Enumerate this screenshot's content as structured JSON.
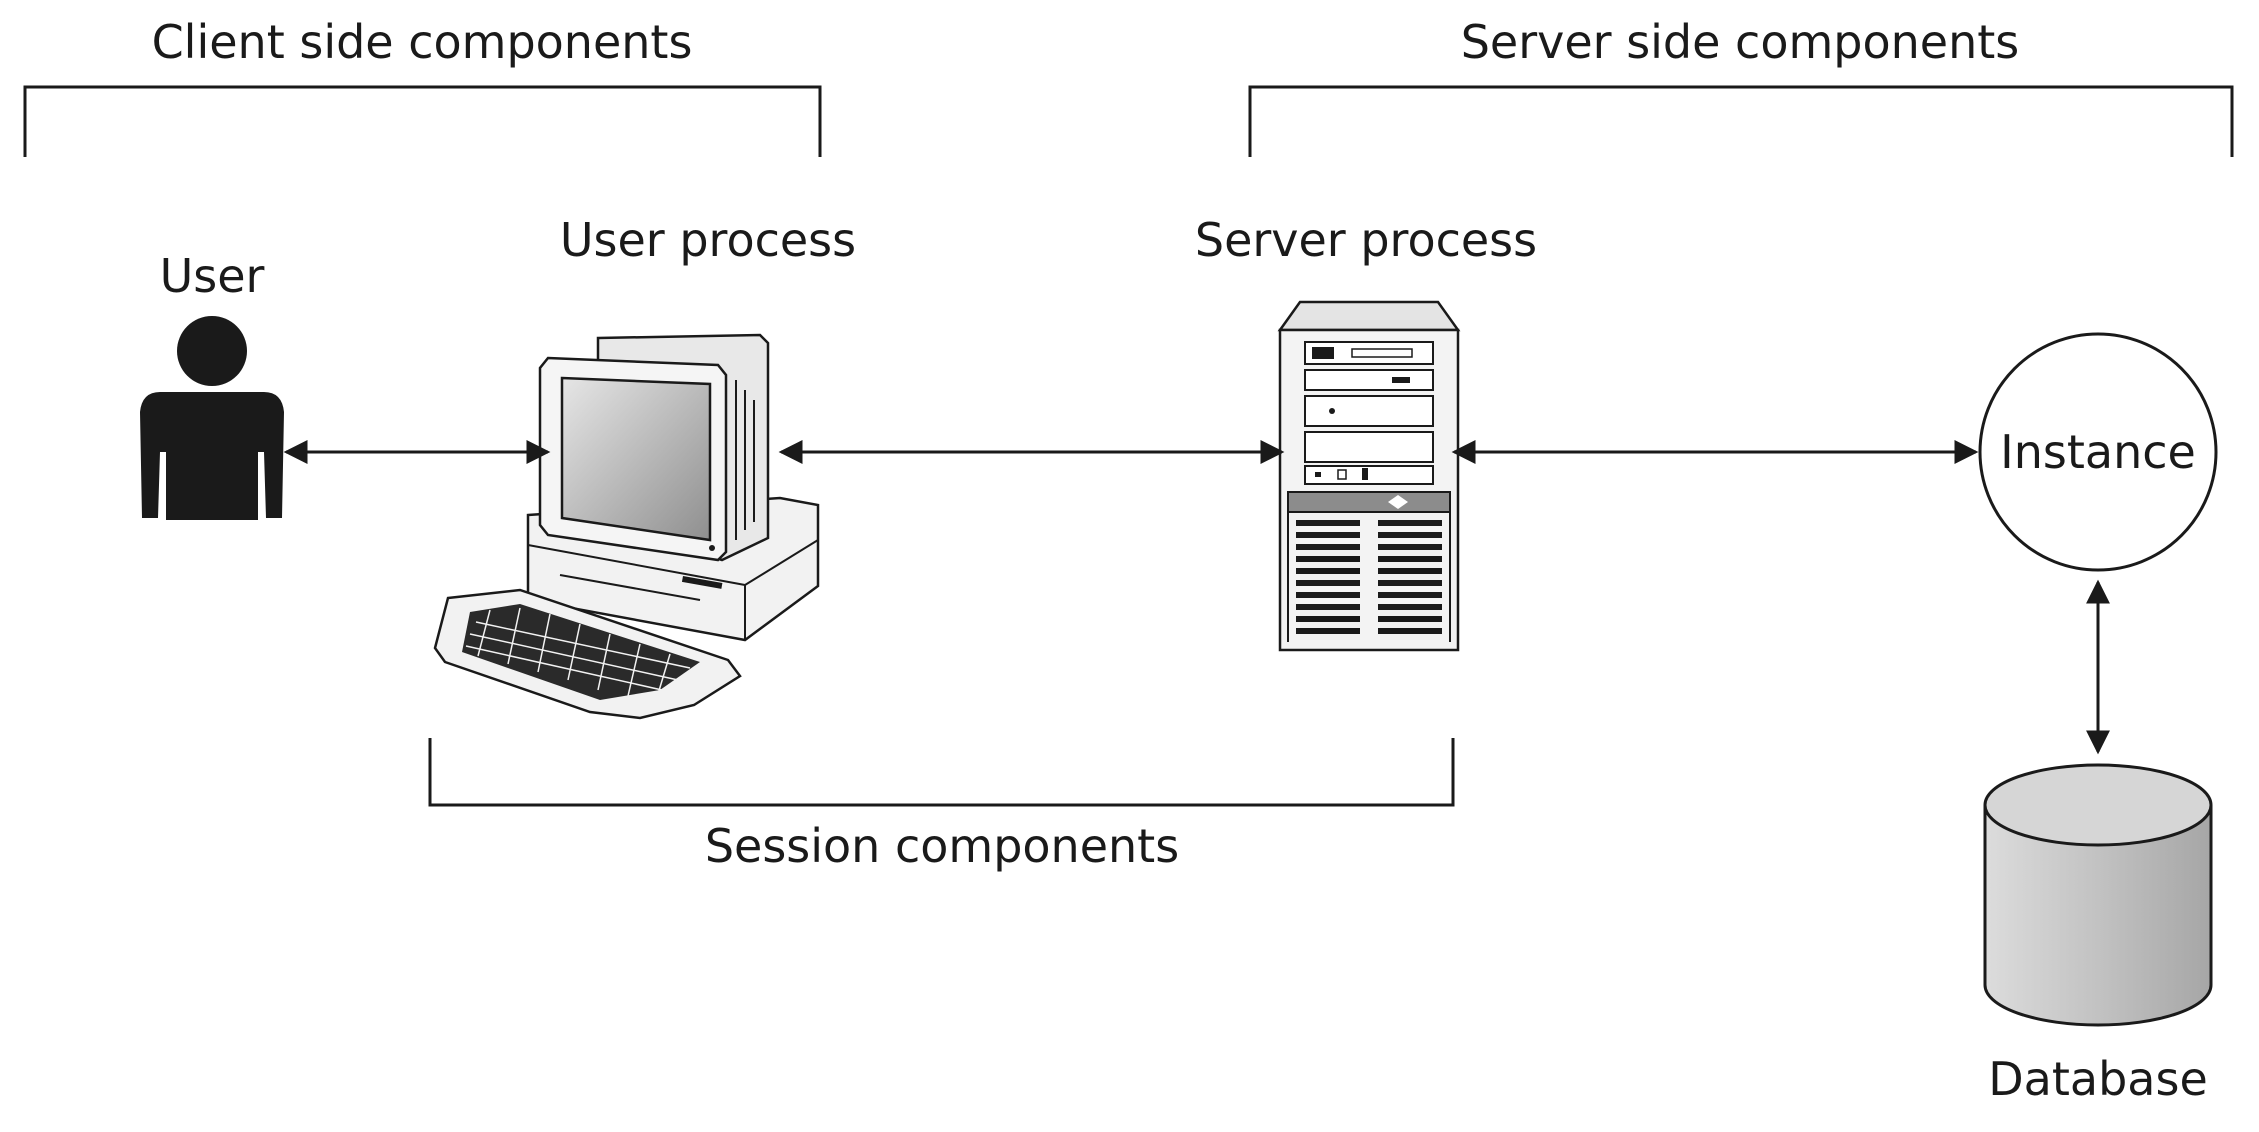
{
  "labels": {
    "client_side": "Client side components",
    "server_side": "Server side components",
    "user": "User",
    "user_process": "User process",
    "server_process": "Server process",
    "instance": "Instance",
    "session": "Session components",
    "database": "Database"
  },
  "icons": [
    "person-icon",
    "computer-icon",
    "server-icon",
    "database-icon"
  ],
  "colors": {
    "ink": "#1a1a1a",
    "screen": "#bdbdbd",
    "db_fill": "#c4c4c4"
  }
}
